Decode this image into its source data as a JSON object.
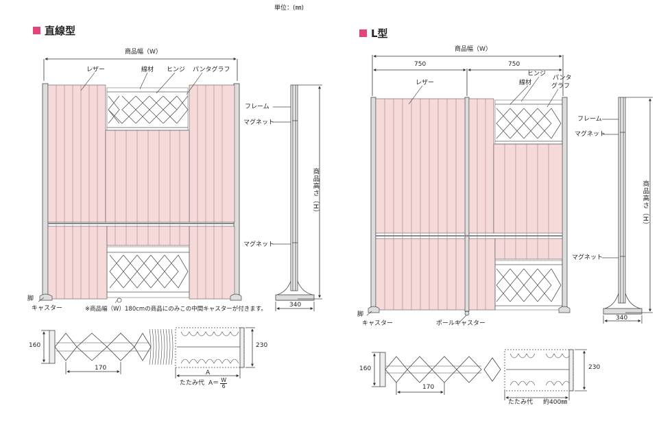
{
  "unit_label": "単位：(㎜)",
  "colors": {
    "accent": "#e2457a",
    "panel": "#f6d9d9",
    "stroke": "#444"
  },
  "straight": {
    "title": "直線型",
    "width_label": "商品幅（W）",
    "callouts": {
      "leather": "レザー",
      "wire": "線材",
      "hinge": "ヒンジ",
      "pantograph": "パンタグラフ"
    },
    "side": {
      "frame": "フレーム",
      "magnet_top": "マグネット",
      "magnet_bottom": "マグネット",
      "height": "商品高さ（H）",
      "depth": "340"
    },
    "leg": "脚",
    "caster": "キャスター",
    "note": "※商品幅（W）180cmの商品にのみこの中間キャスターが付きます。",
    "plan": {
      "dim_160": "160",
      "dim_170": "170",
      "dim_230": "230",
      "dim_A": "A",
      "fold_label": "たたみ代",
      "formula_lhs": "A＝",
      "formula_num": "W",
      "formula_den": "6"
    }
  },
  "l_type": {
    "title": "L型",
    "width_label": "商品幅（W）",
    "half_left": "750",
    "half_right": "750",
    "callouts": {
      "leather": "レザー",
      "hinge": "ヒンジ",
      "wire": "線材",
      "pantograph_1": "パンタ",
      "pantograph_2": "グラフ"
    },
    "side": {
      "frame": "フレーム",
      "magnet_top": "マグネット",
      "magnet_bottom": "マグネット",
      "height": "商品高さ（H）",
      "depth": "340"
    },
    "leg": "脚",
    "caster": "キャスター",
    "pole_caster": "ポールキャスター",
    "plan": {
      "dim_160": "160",
      "dim_170": "170",
      "dim_230": "230",
      "fold_label": "たたみ代",
      "fold_value": "約400㎜"
    }
  }
}
